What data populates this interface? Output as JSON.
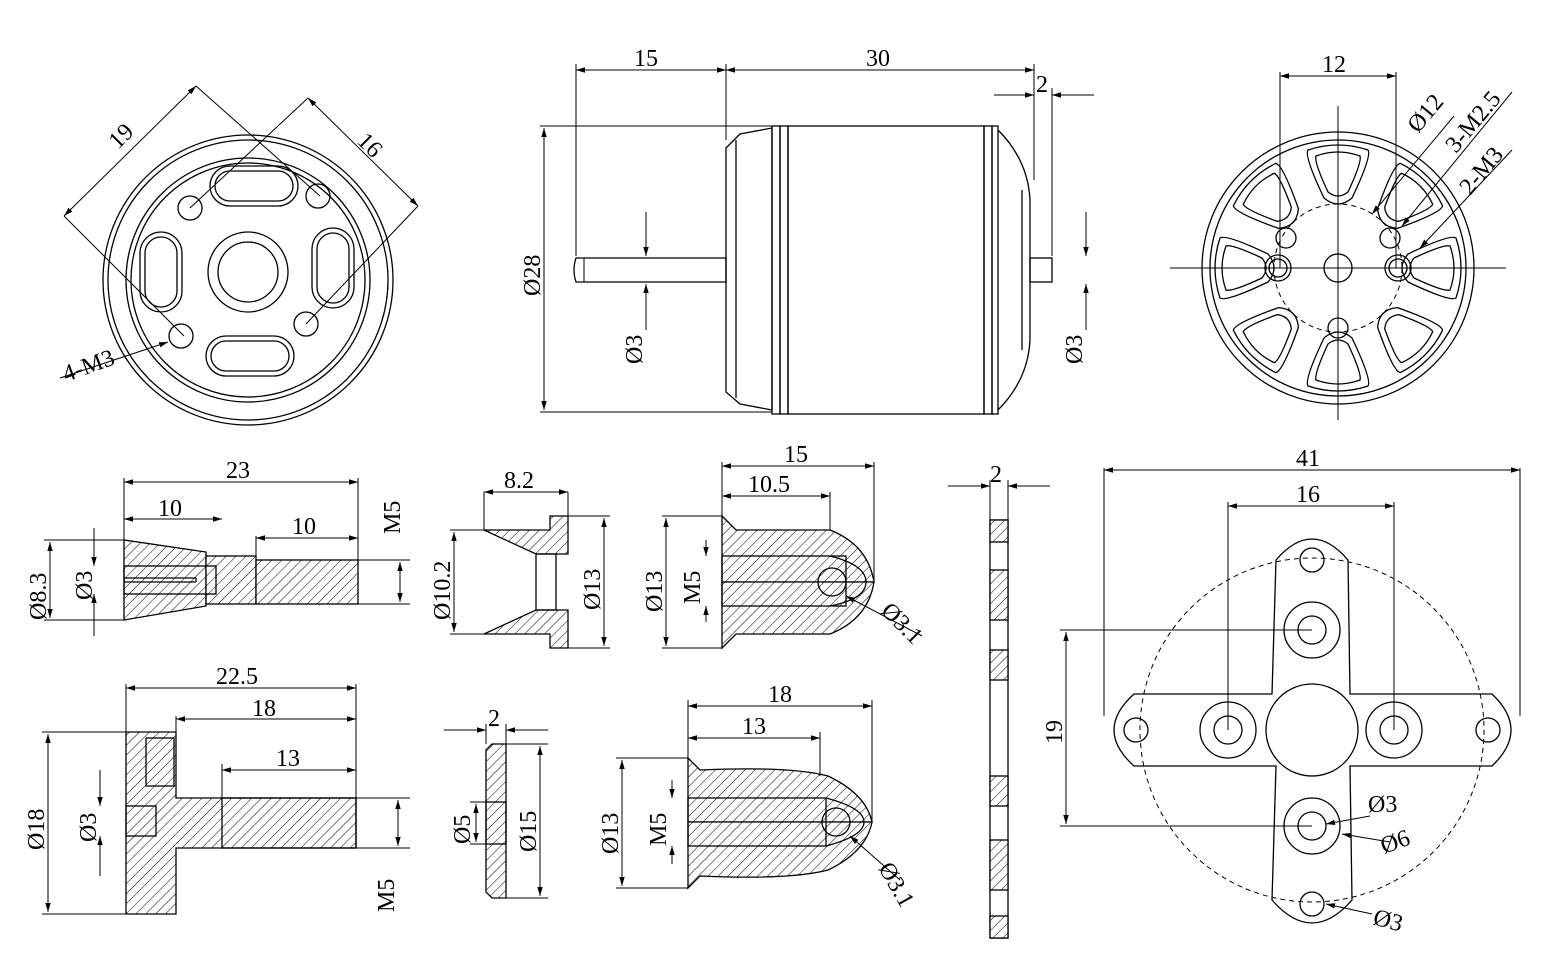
{
  "drawing": {
    "views": {
      "motor_front": {
        "dims": [
          "19",
          "16",
          "4-M3"
        ]
      },
      "motor_side": {
        "dims": [
          "15",
          "30",
          "2",
          "Ø28",
          "Ø3",
          "Ø3"
        ]
      },
      "motor_back": {
        "dims": [
          "12",
          "Ø12",
          "3-M2.5",
          "2-M3"
        ]
      },
      "shaft_adapter": {
        "dims": [
          "23",
          "10",
          "10",
          "M5",
          "Ø8.3",
          "Ø3"
        ]
      },
      "collet_cone": {
        "dims": [
          "8.2",
          "Ø10.2",
          "Ø13"
        ]
      },
      "spinner_nut_a": {
        "dims": [
          "15",
          "10.5",
          "Ø13",
          "M5",
          "Ø3.1"
        ]
      },
      "plate_side": {
        "dims": [
          "2"
        ]
      },
      "cross_mount": {
        "dims": [
          "41",
          "16",
          "19",
          "Ø3",
          "Ø6",
          "Ø3"
        ]
      },
      "prop_adapter": {
        "dims": [
          "22.5",
          "18",
          "13",
          "Ø18",
          "Ø3",
          "M5"
        ]
      },
      "washer": {
        "dims": [
          "2",
          "Ø5",
          "Ø15"
        ]
      },
      "spinner_nut_b": {
        "dims": [
          "18",
          "13",
          "Ø13",
          "M5",
          "Ø3.1"
        ]
      }
    }
  }
}
